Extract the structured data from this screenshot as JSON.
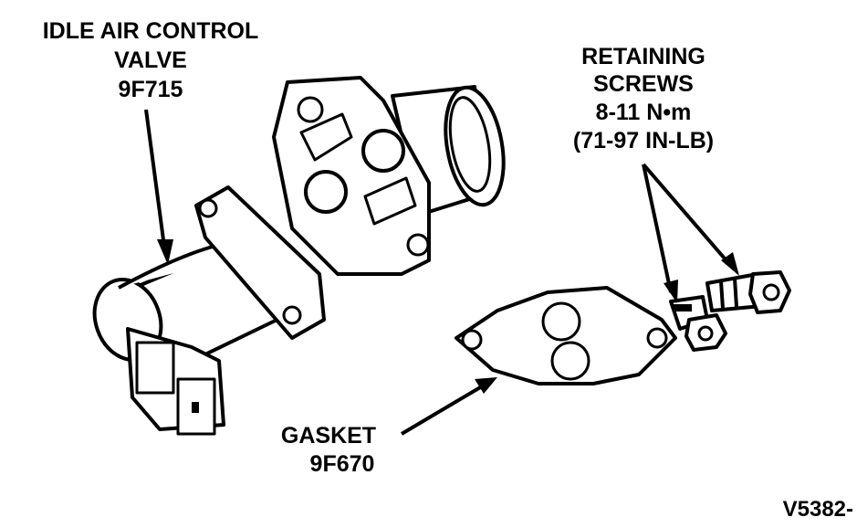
{
  "labels": {
    "valve": {
      "line1": "IDLE AIR CONTROL",
      "line2": "VALVE",
      "part_no": "9F715"
    },
    "screws": {
      "line1": "RETAINING",
      "line2": "SCREWS",
      "torque_nm": "8-11 N•m",
      "torque_inlb": "(71-97 IN-LB)"
    },
    "gasket": {
      "line1": "GASKET",
      "part_no": "9F670"
    },
    "figure_ref": "V5382-"
  }
}
